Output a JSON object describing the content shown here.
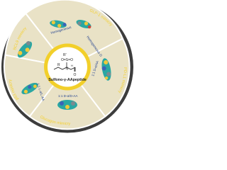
{
  "center": {
    "label": "Sulfono-γ-AApeptide",
    "formula": {
      "r1": "R",
      "r2": "R'",
      "sulfonyl": "O=S=O",
      "nitrogen": "N",
      "nh": "H",
      "carbonyl": "O"
    }
  },
  "outer_labels": [
    "BCL9 mimicry",
    "GLP-1 mimicry",
    "p53 mimicry",
    "Glucagon mimicry",
    "PD-L1 mimicry"
  ],
  "inner_labels": [
    "Homogeneous",
    "Homogeneous D",
    "1:1 D-α/AA",
    "1:1 D-α/D-AA",
    "1:1 L-α/L-AA"
  ],
  "colors": {
    "outer_ring": "#3d3d3d",
    "ring_text": "#f5d02e",
    "center_fill": "#f2cf2a",
    "center_bg": "#ffffff",
    "sector_bg": "#e9e2c6",
    "sector_border": "#ffffff",
    "inner_text": "#1f3f8f",
    "helix_teal": "#2aa7a2",
    "helix_yellow": "#f0c93a",
    "helix_gray": "#7a8a90",
    "helix_blue": "#3b63b8",
    "helix_red": "#d0453a"
  }
}
